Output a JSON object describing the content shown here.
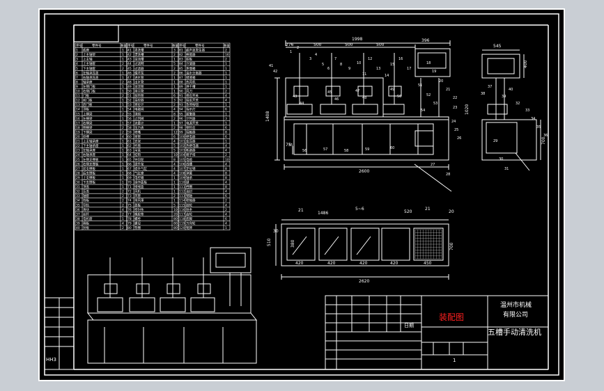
{
  "colors": {
    "background": "#c9ced4",
    "sheet": "#000000",
    "line": "#ffffff",
    "accent": "#ff2020"
  },
  "parts_table": {
    "header": [
      "序号",
      "零件号",
      "数量",
      "序号",
      "零件号",
      "数量",
      "序号",
      "零件号",
      "数量"
    ],
    "columns": [
      {
        "labels": [
          "底座",
          "上主轴架",
          "上主轴",
          "上主轴套",
          "下主轴套",
          "左轴承压盖",
          "右轴承压盖",
          "轴承座",
          "左侧门板",
          "右侧门板",
          "门板",
          "前门板",
          "后门板",
          "顶板",
          "上横梁",
          "左横梁",
          "右横梁",
          "侧横梁",
          "下横梁",
          "斜撑",
          "上主轴承座",
          "下主轴承座",
          "左轴承座",
          "右轴承座",
          "左侧支撑板",
          "右侧支撑板",
          "前支撑板",
          "后支撑板",
          "上支撑板",
          "下支撑板",
          "顶盖",
          "压盖",
          "轴套",
          "挡板",
          "导轨",
          "滑块",
          "丝杆",
          "电机座",
          "隔板",
          "封板"
        ],
        "counts": [
          "1",
          "1",
          "1",
          "2",
          "2",
          "1",
          "1",
          "2",
          "1",
          "1",
          "2",
          "1",
          "1",
          "1",
          "2",
          "1",
          "1",
          "2",
          "2",
          "4",
          "1",
          "1",
          "1",
          "1",
          "1",
          "1",
          "1",
          "1",
          "1",
          "1",
          "1",
          "2",
          "2",
          "2",
          "2",
          "4",
          "2",
          "1",
          "4",
          "2"
        ]
      },
      {
        "labels": [
          "清洗槽",
          "漂洗槽",
          "溢流槽",
          "过滤网",
          "过滤器",
          "循环泵",
          "进水管",
          "出水管",
          "溢流管",
          "排污管",
          "加热管",
          "温控器",
          "液位计",
          "电磁阀",
          "球阀",
          "止回阀",
          "流量计",
          "压力表",
          "喷嘴",
          "喷管",
          "支架",
          "托盘",
          "吊篮",
          "挂钩",
          "导向轮",
          "提升架",
          "提升气缸",
          "气缸座",
          "电控箱",
          "操作面板",
          "接线盒",
          "风机",
          "风管",
          "排风罩",
          "盖板",
          "密封条",
          "橡胶垫",
          "螺栓",
          "螺母",
          "垫圈"
        ],
        "counts": [
          "3",
          "2",
          "1",
          "5",
          "2",
          "2",
          "1",
          "1",
          "1",
          "1",
          "6",
          "3",
          "2",
          "4",
          "8",
          "2",
          "1",
          "2",
          "12",
          "6",
          "4",
          "5",
          "5",
          "10",
          "8",
          "4",
          "4",
          "4",
          "1",
          "1",
          "1",
          "1",
          "2",
          "1",
          "5",
          "10",
          "20",
          "80",
          "80",
          "80"
        ]
      },
      {
        "labels": [
          "超声波发生器",
          "换能器",
          "振板",
          "冷凝器",
          "蒸馏箱",
          "油水分离器",
          "储液箱",
          "热风机",
          "烘干槽",
          "风刀",
          "感应开关",
          "接近开关",
          "急停按钮",
          "指示灯",
          "报警器",
          "计时器",
          "电源开关",
          "保险丝",
          "接触器",
          "继电器",
          "变压器",
          "热继电器",
          "断路器",
          "端子排",
          "电缆",
          "线槽",
          "定位销",
          "弹簧",
          "轴承",
          "键",
          "挡圈",
          "油封",
          "销轴",
          "联轴器",
          "链轮",
          "链条",
          "齿轮",
          "底脚",
          "万向轮",
          "铭牌"
        ],
        "counts": [
          "2",
          "16",
          "2",
          "1",
          "1",
          "1",
          "1",
          "1",
          "1",
          "2",
          "4",
          "4",
          "1",
          "6",
          "1",
          "3",
          "1",
          "6",
          "8",
          "6",
          "1",
          "4",
          "4",
          "2",
          "10",
          "4",
          "8",
          "8",
          "8",
          "4",
          "8",
          "4",
          "6",
          "2",
          "4",
          "2",
          "4",
          "6",
          "4",
          "1"
        ]
      }
    ]
  },
  "dimensions": {
    "front_total": "1998",
    "front_offset": "276",
    "front_pitch": [
      "500",
      "500",
      "500"
    ],
    "front_right": "396",
    "front_height": "1408",
    "front_left_height": "75",
    "front_width": "2600",
    "side_top": "545",
    "side_height1": "400",
    "side_height2": "1020",
    "side_height3": "700",
    "top_left": "21",
    "top_dim1": "1486",
    "top_dim2": "5~6",
    "top_dim3": "520",
    "top_dim4": "21",
    "top_dim5": "20",
    "top_left_offset": "30",
    "top_depth": "510",
    "top_inner": "380",
    "top_tank": [
      "420",
      "420",
      "420",
      "420",
      "450"
    ],
    "top_width": "2620",
    "top_right": "700"
  },
  "callouts": [
    "1",
    "2",
    "3",
    "4",
    "5",
    "6",
    "7",
    "8",
    "9",
    "10",
    "11",
    "12",
    "13",
    "14",
    "15",
    "16",
    "17",
    "18",
    "19",
    "20",
    "21",
    "22",
    "23",
    "24",
    "25",
    "26",
    "27",
    "28",
    "29",
    "30",
    "31",
    "32",
    "33",
    "34",
    "35",
    "36",
    "37",
    "38",
    "39",
    "40",
    "41",
    "42",
    "43",
    "44",
    "45",
    "46",
    "47",
    "48",
    "49",
    "50",
    "51",
    "52",
    "53",
    "54",
    "55",
    "56",
    "57",
    "58",
    "59",
    "60"
  ],
  "title_block": {
    "drawing_name": "装配图",
    "company_line1": "温州市机械",
    "company_line2": "有限公司",
    "product": "五槽手动清洗机",
    "scale": "1",
    "sign_label": "日期",
    "left_tag": "HH3"
  }
}
